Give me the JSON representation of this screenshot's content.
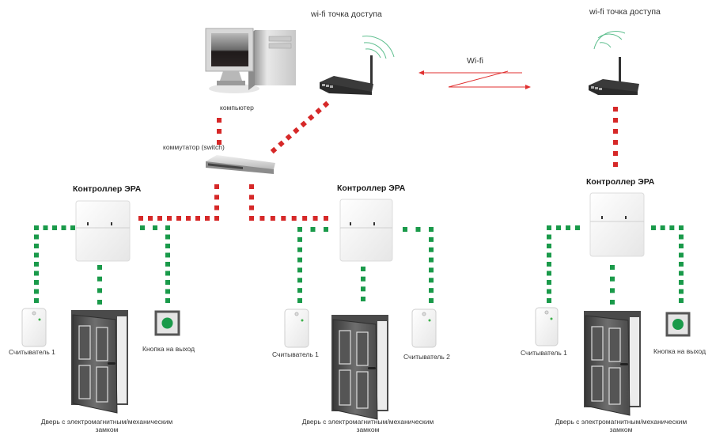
{
  "diagram": {
    "title": "",
    "colors": {
      "ethernet": "#d62828",
      "wiring": "#1a9a4a",
      "wifi_arrow": "#e03030",
      "wifi_waves": "#5fbf8f",
      "exit_button_dot": "#1a9a4a"
    },
    "nodes": {
      "computer": {
        "label": "компьютер",
        "icon": "desktop-computer-icon"
      },
      "switch": {
        "label": "коммутатор (switch)",
        "icon": "network-switch-icon"
      },
      "ap_left": {
        "label": "wi-fi точка доступа",
        "icon": "wifi-router-icon"
      },
      "ap_right": {
        "label": "wi-fi точка доступа",
        "icon": "wifi-router-icon"
      },
      "wifi_link": {
        "label": "Wi-fi"
      },
      "controller_1": {
        "label": "Контроллер ЭРА",
        "icon": "controller-box-icon"
      },
      "controller_2": {
        "label": "Контроллер ЭРА",
        "icon": "controller-box-icon"
      },
      "controller_3": {
        "label": "Контроллер ЭРА",
        "icon": "controller-box-icon"
      },
      "reader_1a": {
        "label": "Считыватель 1",
        "icon": "card-reader-icon"
      },
      "reader_2a": {
        "label": "Считыватель 1",
        "icon": "card-reader-icon"
      },
      "reader_2b": {
        "label": "Считыватель 2",
        "icon": "card-reader-icon"
      },
      "reader_3a": {
        "label": "Считыватель 1",
        "icon": "card-reader-icon"
      },
      "exit_1": {
        "label": "Кнопка на выход",
        "icon": "exit-button-icon"
      },
      "exit_3": {
        "label": "Кнопка на выход",
        "icon": "exit-button-icon"
      },
      "door_1": {
        "label_line1": "Дверь с электромагнитным/механическим",
        "label_line2": "замком",
        "icon": "door-icon"
      },
      "door_2": {
        "label_line1": "Дверь с электромагнитным/механическим",
        "label_line2": "замком",
        "icon": "door-icon"
      },
      "door_3": {
        "label_line1": "Дверь с электромагнитным/механическим",
        "label_line2": "замком",
        "icon": "door-icon"
      }
    },
    "connections": [
      {
        "from": "computer",
        "to": "switch",
        "type": "ethernet"
      },
      {
        "from": "switch",
        "to": "ap_left",
        "type": "ethernet"
      },
      {
        "from": "switch",
        "to": "controller_1",
        "type": "ethernet"
      },
      {
        "from": "switch",
        "to": "controller_2",
        "type": "ethernet"
      },
      {
        "from": "ap_left",
        "to": "ap_right",
        "type": "wifi"
      },
      {
        "from": "ap_right",
        "to": "controller_3",
        "type": "ethernet"
      },
      {
        "from": "controller_1",
        "to": "reader_1a",
        "type": "wiring"
      },
      {
        "from": "controller_1",
        "to": "door_1",
        "type": "wiring"
      },
      {
        "from": "controller_1",
        "to": "exit_1",
        "type": "wiring"
      },
      {
        "from": "controller_2",
        "to": "reader_2a",
        "type": "wiring"
      },
      {
        "from": "controller_2",
        "to": "door_2",
        "type": "wiring"
      },
      {
        "from": "controller_2",
        "to": "reader_2b",
        "type": "wiring"
      },
      {
        "from": "controller_3",
        "to": "reader_3a",
        "type": "wiring"
      },
      {
        "from": "controller_3",
        "to": "door_3",
        "type": "wiring"
      },
      {
        "from": "controller_3",
        "to": "exit_3",
        "type": "wiring"
      }
    ]
  }
}
